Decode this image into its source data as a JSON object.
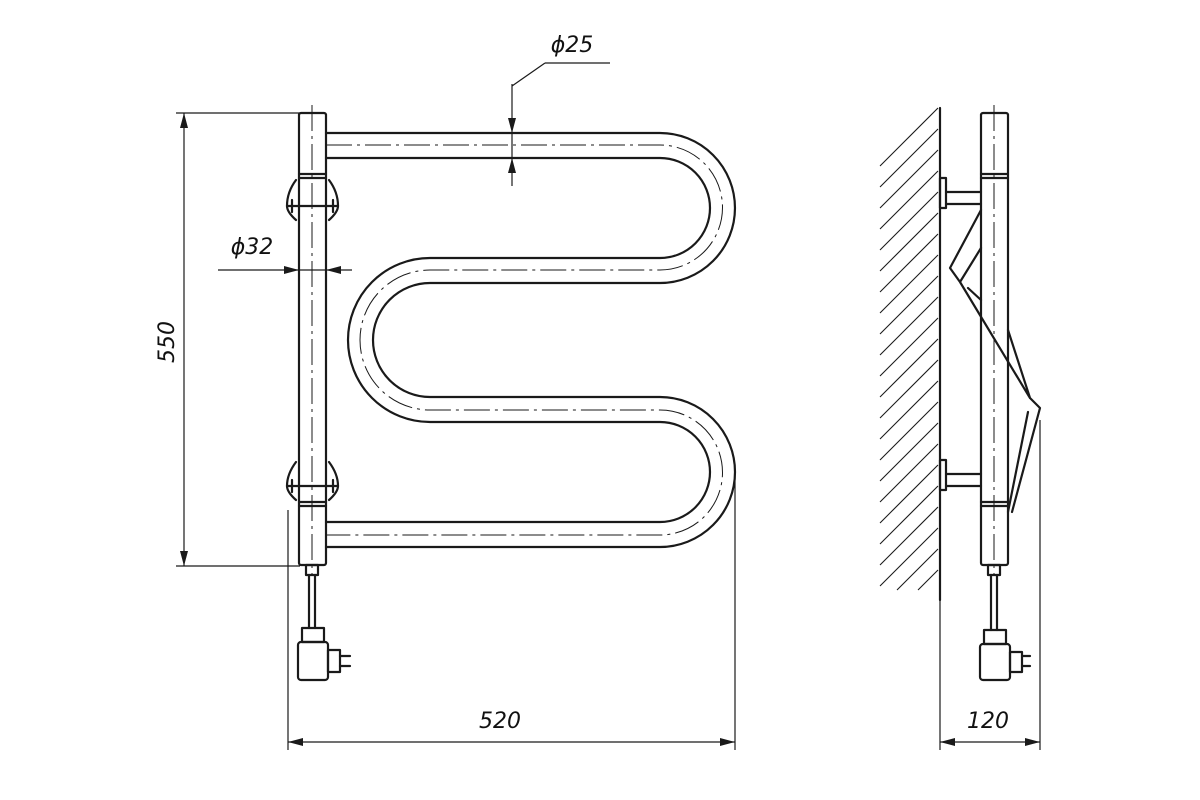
{
  "dimensions": {
    "height": "550",
    "width": "520",
    "depth": "120",
    "pipe_diameter": "ϕ25",
    "column_diameter": "ϕ32"
  }
}
